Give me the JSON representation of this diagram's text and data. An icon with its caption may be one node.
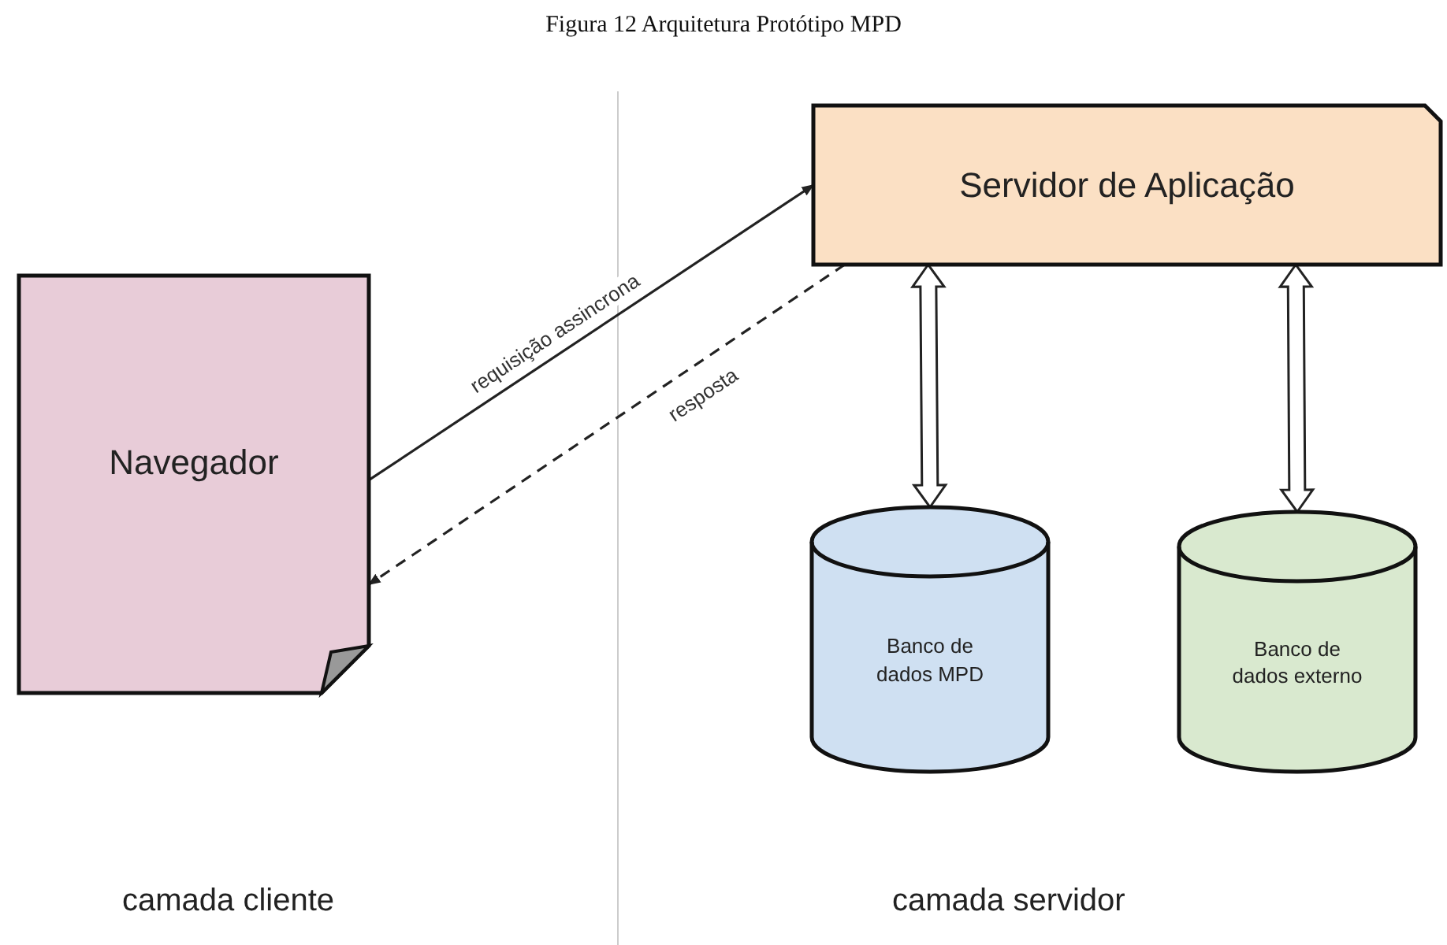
{
  "diagram": {
    "title": "Figura 12 Arquitetura Protótipo MPD",
    "nodes": [
      {
        "text": [
          "Navegador"
        ]
      },
      {
        "text": [
          "Servidor de Aplicação"
        ]
      },
      {
        "text": [
          "Banco de dados MPD"
        ]
      },
      {
        "text": [
          "Banco de dados externo"
        ]
      }
    ],
    "edges": [
      {
        "from": 0,
        "to": 1,
        "arrow": "to",
        "label": "requisição assincrona"
      },
      {
        "from": 1,
        "to": 0,
        "arrow": "to",
        "label": "resposta",
        "style": "dashed"
      },
      {
        "from": 1,
        "to": 2,
        "arrow": "both",
        "style": "thick"
      },
      {
        "from": 1,
        "to": 3,
        "arrow": "both",
        "style": "thick"
      }
    ],
    "labels": [
      "camada cliente",
      "camada servidor"
    ]
  }
}
